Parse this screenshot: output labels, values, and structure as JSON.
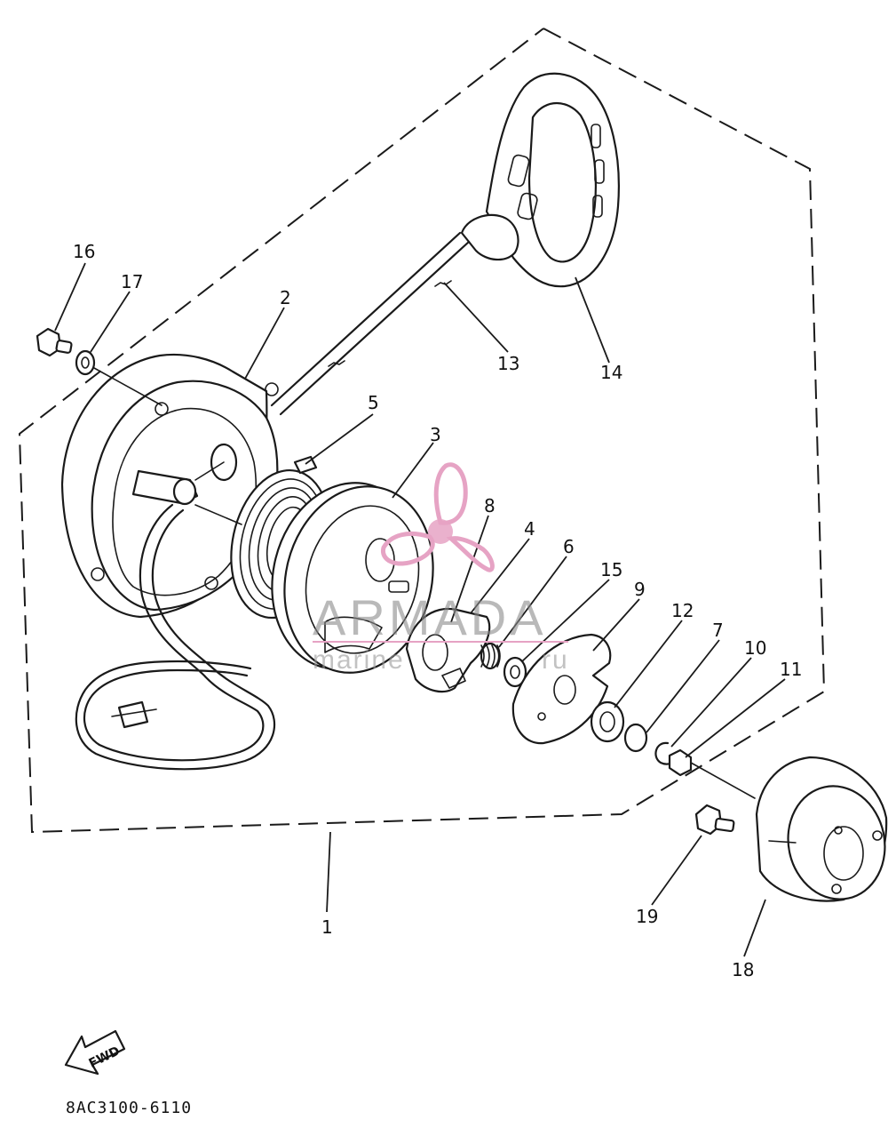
{
  "callouts": [
    "1",
    "2",
    "3",
    "4",
    "5",
    "6",
    "7",
    "8",
    "9",
    "10",
    "11",
    "12",
    "13",
    "14",
    "15",
    "16",
    "17",
    "18",
    "19"
  ],
  "fwd_label": "FWD",
  "diagram_code": "8AC3100-6110",
  "watermark": {
    "brand": "ARMADA",
    "sub": "marine",
    "sub_tail": "ru"
  },
  "colors": {
    "ink": "#1a1a1a",
    "watermark_pink": "#e6a3c4",
    "watermark_gray": "#8a8a8a"
  }
}
